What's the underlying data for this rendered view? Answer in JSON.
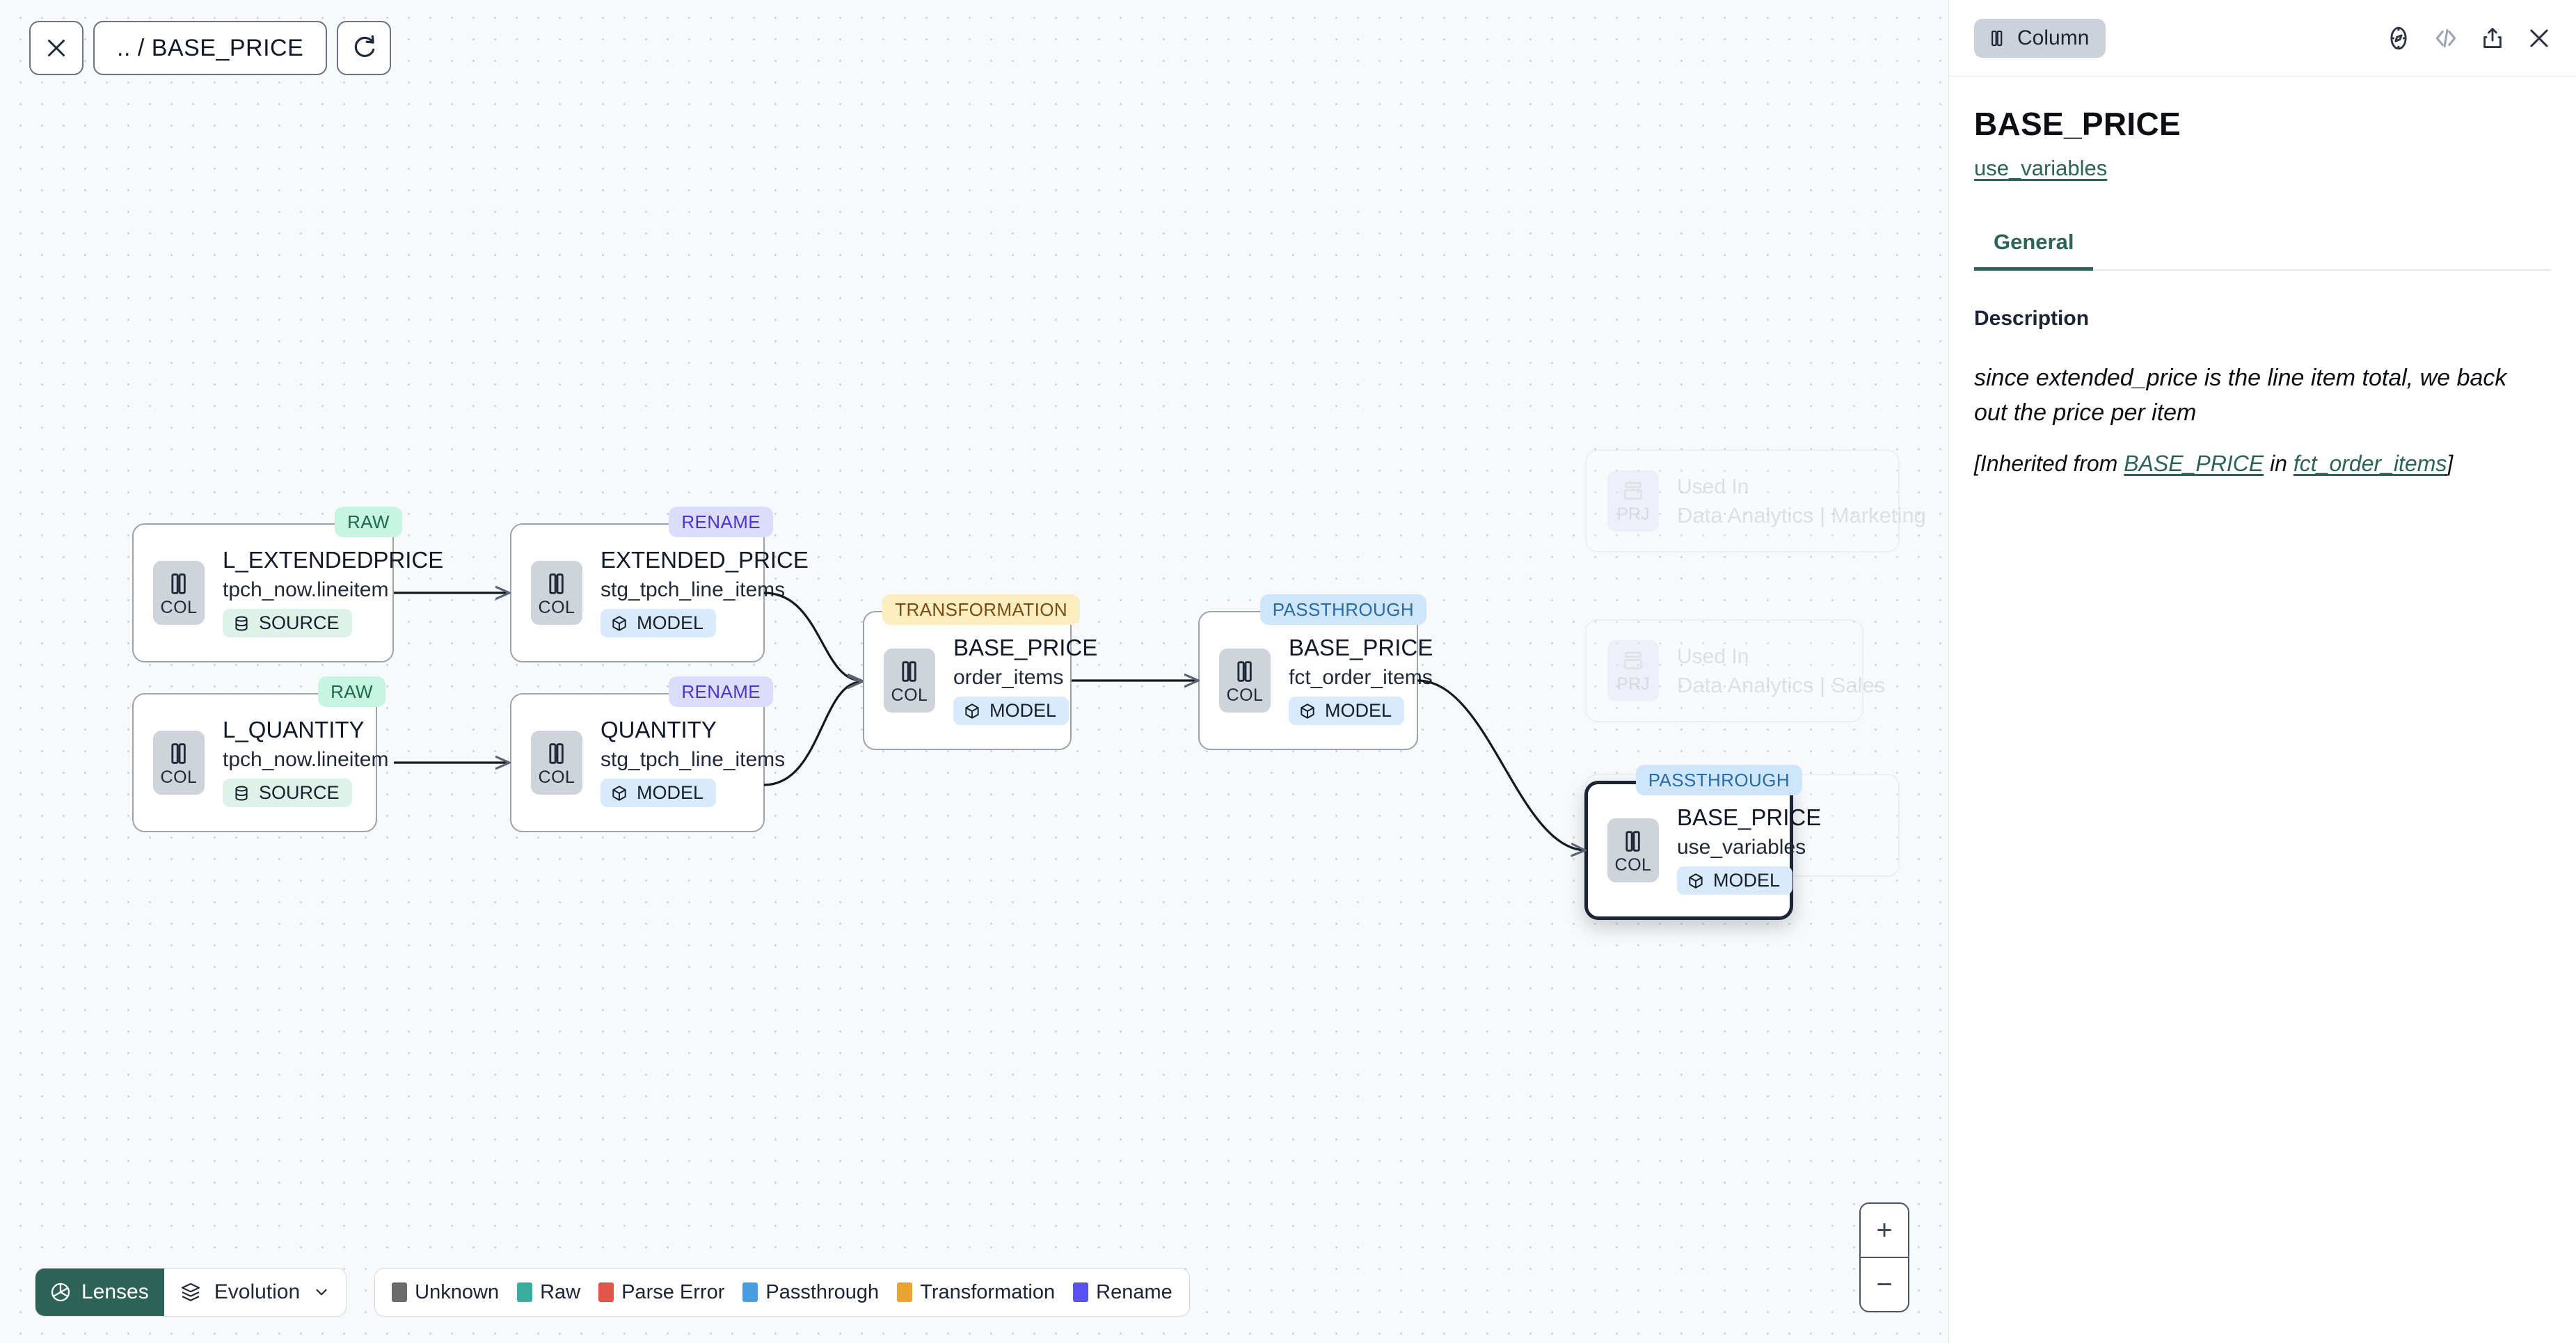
{
  "toolbar": {
    "close_label": "close-icon",
    "path_label": ".. / BASE_PRICE",
    "refresh_label": "refresh-icon"
  },
  "graph": {
    "nodes": [
      {
        "id": "l_extendedprice",
        "title": "L_EXTENDEDPRICE",
        "subtitle": "tpch_now.lineitem",
        "kind": "SOURCE",
        "badge": "RAW"
      },
      {
        "id": "extended_price",
        "title": "EXTENDED_PRICE",
        "subtitle": "stg_tpch_line_items",
        "kind": "MODEL",
        "badge": "RENAME"
      },
      {
        "id": "l_quantity",
        "title": "L_QUANTITY",
        "subtitle": "tpch_now.lineitem",
        "kind": "SOURCE",
        "badge": "RAW"
      },
      {
        "id": "quantity",
        "title": "QUANTITY",
        "subtitle": "stg_tpch_line_items",
        "kind": "MODEL",
        "badge": "RENAME"
      },
      {
        "id": "base_price_order_items",
        "title": "BASE_PRICE",
        "subtitle": "order_items",
        "kind": "MODEL",
        "badge": "TRANSFORMATION"
      },
      {
        "id": "base_price_fct",
        "title": "BASE_PRICE",
        "subtitle": "fct_order_items",
        "kind": "MODEL",
        "badge": "PASSTHROUGH"
      },
      {
        "id": "base_price_use_variables",
        "title": "BASE_PRICE",
        "subtitle": "use_variables",
        "kind": "MODEL",
        "badge": "PASSTHROUGH",
        "selected": true
      }
    ],
    "col_chip_label": "COL",
    "ghost_cards": [
      {
        "chip": "PRJ",
        "line1": "Used In",
        "line2": "Data Analytics | Marketing"
      },
      {
        "chip": "PRJ",
        "line1": "Used In",
        "line2": "Data Analytics | Sales"
      }
    ]
  },
  "zoom_control": {
    "zoom_in": "+",
    "zoom_out": "−"
  },
  "bottom": {
    "lenses_label": "Lenses",
    "evolution_label": "Evolution",
    "legend": [
      {
        "label": "Unknown",
        "color": "#6b6b6b"
      },
      {
        "label": "Raw",
        "color": "#3aae9d"
      },
      {
        "label": "Parse Error",
        "color": "#e0564c"
      },
      {
        "label": "Passthrough",
        "color": "#4a9de0"
      },
      {
        "label": "Transformation",
        "color": "#e8a333"
      },
      {
        "label": "Rename",
        "color": "#5b51f0"
      }
    ]
  },
  "panel": {
    "type_pill": "Column",
    "title": "BASE_PRICE",
    "link": "use_variables",
    "tabs": [
      {
        "label": "General",
        "active": true
      }
    ],
    "description_label": "Description",
    "description_text": "since extended_price is the line item total, we back out the price per item",
    "inherited_prefix": "[Inherited from ",
    "inherited_column": "BASE_PRICE",
    "inherited_middle": " in ",
    "inherited_model": "fct_order_items",
    "inherited_suffix": "]"
  },
  "colors": {
    "accent": "#2d6257",
    "selected_border": "#1b2433",
    "canvas_bg": "#f7f9fb"
  }
}
